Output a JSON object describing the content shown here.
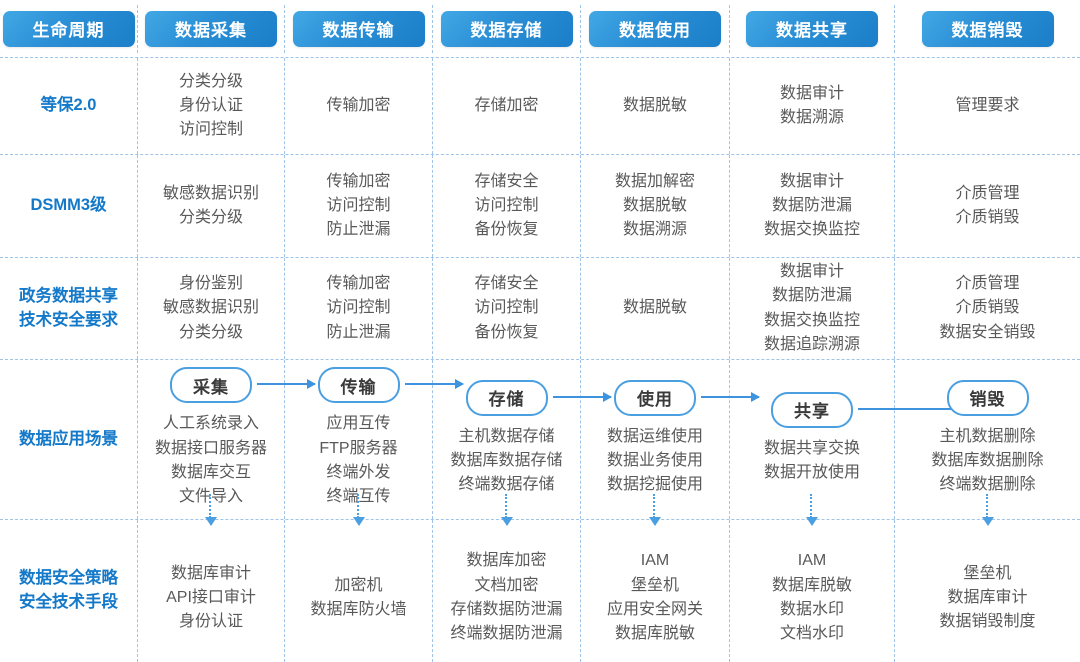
{
  "header": {
    "columns": [
      {
        "label": "生命周期"
      },
      {
        "label": "数据采集"
      },
      {
        "label": "数据传输"
      },
      {
        "label": "数据存储"
      },
      {
        "label": "数据使用"
      },
      {
        "label": "数据共享"
      },
      {
        "label": "数据销毁"
      }
    ]
  },
  "colors": {
    "header_pill_start": "#42a8e4",
    "header_pill_end": "#1a7ec8",
    "row_label": "#1479c9",
    "body_text": "#595959",
    "divider": "#9fc4e8",
    "arrow": "#3d93dd",
    "outline_pill_border": "#4a9fe0"
  },
  "rows": [
    {
      "label": "等保2.0",
      "cells": [
        [
          "分类分级",
          "身份认证",
          "访问控制"
        ],
        [
          "传输加密"
        ],
        [
          "存储加密"
        ],
        [
          "数据脱敏"
        ],
        [
          "数据审计",
          "数据溯源"
        ],
        [
          "管理要求"
        ]
      ]
    },
    {
      "label": "DSMM3级",
      "cells": [
        [
          "敏感数据识别",
          "分类分级"
        ],
        [
          "传输加密",
          "访问控制",
          "防止泄漏"
        ],
        [
          "存储安全",
          "访问控制",
          "备份恢复"
        ],
        [
          "数据加解密",
          "数据脱敏",
          "数据溯源"
        ],
        [
          "数据审计",
          "数据防泄漏",
          "数据交换监控"
        ],
        [
          "介质管理",
          "介质销毁"
        ]
      ]
    },
    {
      "label": "政务数据共享\n技术安全要求",
      "label_lines": [
        "政务数据共享",
        "技术安全要求"
      ],
      "cells": [
        [
          "身份鉴别",
          "敏感数据识别",
          "分类分级"
        ],
        [
          "传输加密",
          "访问控制",
          "防止泄漏"
        ],
        [
          "存储安全",
          "访问控制",
          "备份恢复"
        ],
        [
          "数据脱敏"
        ],
        [
          "数据审计",
          "数据防泄漏",
          "数据交换监控",
          "数据追踪溯源"
        ],
        [
          "介质管理",
          "介质销毁",
          "数据安全销毁"
        ]
      ]
    },
    {
      "label": "数据应用场景",
      "label_lines": [
        "数据应用场景"
      ],
      "is_scenario": true,
      "cells": [
        {
          "pill": "采集",
          "items": [
            "人工系统录入",
            "数据接口服务器",
            "数据库交互",
            "文件导入"
          ]
        },
        {
          "pill": "传输",
          "items": [
            "应用互传",
            "FTP服务器",
            "终端外发",
            "终端互传"
          ]
        },
        {
          "pill": "存储",
          "items": [
            "主机数据存储",
            "数据库数据存储",
            "终端数据存储"
          ]
        },
        {
          "pill": "使用",
          "items": [
            "数据运维使用",
            "数据业务使用",
            "数据挖掘使用"
          ]
        },
        {
          "pill": "共享",
          "items": [
            "数据共享交换",
            "数据开放使用"
          ]
        },
        {
          "pill": "销毁",
          "items": [
            "主机数据删除",
            "数据库数据删除",
            "终端数据删除"
          ]
        }
      ]
    },
    {
      "label": "数据安全策略\n安全技术手段",
      "label_lines": [
        "数据安全策略",
        "安全技术手段"
      ],
      "has_down_arrows": true,
      "cells": [
        [
          "数据库审计",
          "API接口审计",
          "身份认证"
        ],
        [
          "加密机",
          "数据库防火墙"
        ],
        [
          "数据库加密",
          "文档加密",
          "存储数据防泄漏",
          "终端数据防泄漏"
        ],
        [
          "IAM",
          "堡垒机",
          "应用安全网关",
          "数据库脱敏"
        ],
        [
          "IAM",
          "数据库脱敏",
          "数据水印",
          "文档水印"
        ],
        [
          "堡垒机",
          "数据库审计",
          "数据销毁制度"
        ]
      ]
    }
  ]
}
